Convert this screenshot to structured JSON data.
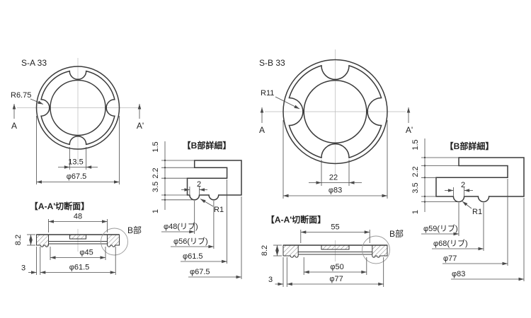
{
  "colors": {
    "line": "#3a3a3a",
    "dimension": "#4a4a4a",
    "centerline": "#b8b8b8",
    "background": "#ffffff"
  },
  "drawing": {
    "left": {
      "part_label": "S-A 33",
      "plan": {
        "radius_label": "R6.75",
        "section_start": "A",
        "section_end": "A'",
        "notch_width": "13.5",
        "outer_dia": "φ67.5"
      },
      "section": {
        "title": "【A-A'切断面】",
        "top_width": "48",
        "height": "8.2",
        "edge_width": "3",
        "inner_dia": "φ45",
        "mid_dia": "φ61.5",
        "detail_ref": "B部"
      },
      "detail": {
        "title": "【B部詳細】",
        "seg1": "1.5",
        "seg2": "2.2",
        "seg3": "3.5",
        "seg4": "1",
        "rib_width": "2",
        "rib_radius": "R1",
        "dia1": "φ48(リブ)",
        "dia2": "φ56(リブ)",
        "dia3": "φ61.5",
        "dia4": "φ67.5"
      }
    },
    "right": {
      "part_label": "S-B 33",
      "plan": {
        "radius_label": "R11",
        "section_start": "A",
        "section_end": "A'",
        "notch_width": "22",
        "outer_dia": "φ83"
      },
      "section": {
        "title": "【A-A'切断面】",
        "top_width": "55",
        "height": "8.2",
        "edge_width": "3",
        "inner_dia": "φ50",
        "mid_dia": "φ77",
        "detail_ref": "B部"
      },
      "detail": {
        "title": "【B部詳細】",
        "seg1": "1.5",
        "seg2": "2.2",
        "seg3": "3.5",
        "seg4": "1",
        "rib_width": "2",
        "rib_radius": "R1",
        "dia1": "φ59(リブ)",
        "dia2": "φ68(リブ)",
        "dia3": "φ77",
        "dia4": "φ83"
      }
    }
  }
}
